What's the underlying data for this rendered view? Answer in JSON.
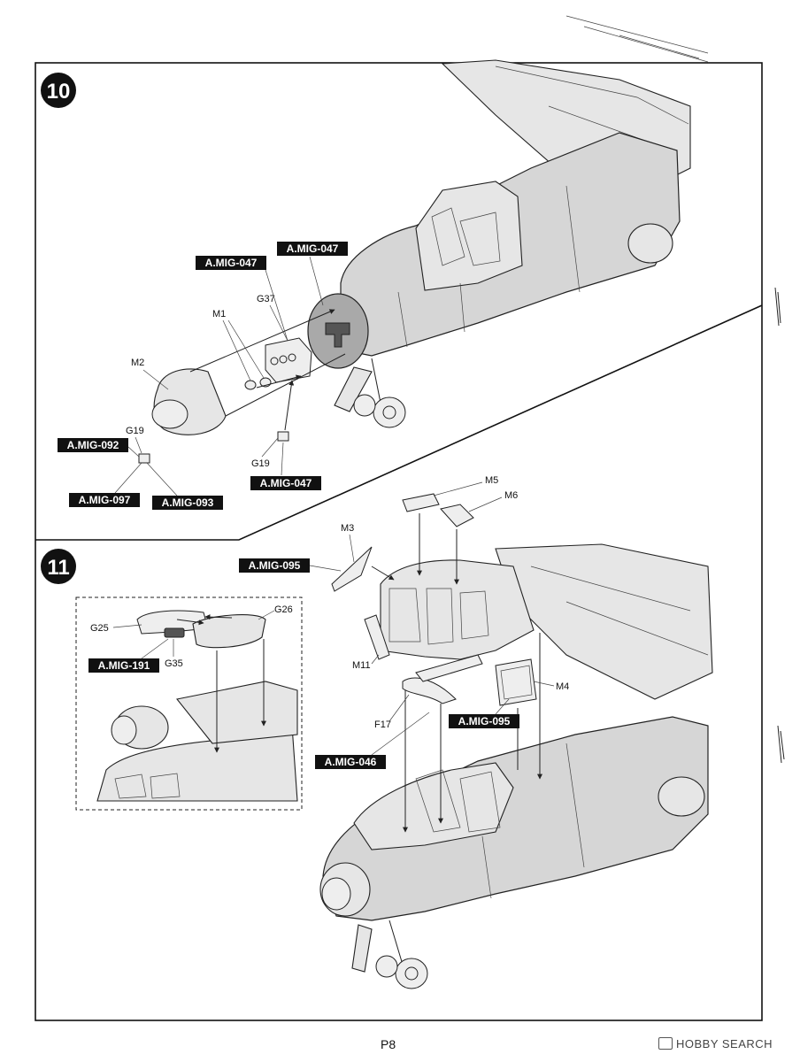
{
  "page": {
    "number": "P8"
  },
  "watermark": {
    "text": "HOBBY SEARCH"
  },
  "steps": [
    {
      "number": "10"
    },
    {
      "number": "11"
    }
  ],
  "step10": {
    "parts": [
      "M1",
      "M2",
      "G37",
      "G19",
      "G19"
    ],
    "paints": [
      "A.MIG-047",
      "A.MIG-047",
      "A.MIG-047",
      "A.MIG-092",
      "A.MIG-097",
      "A.MIG-093"
    ]
  },
  "step11": {
    "parts": [
      "M3",
      "M5",
      "M6",
      "M4",
      "M11",
      "F17",
      "G25",
      "G26",
      "G35"
    ],
    "paints": [
      "A.MIG-095",
      "A.MIG-095",
      "A.MIG-046",
      "A.MIG-191"
    ]
  },
  "colors": {
    "tag_bg": "#111111",
    "paint_gray": "#a9a9a9",
    "line": "#222222"
  }
}
